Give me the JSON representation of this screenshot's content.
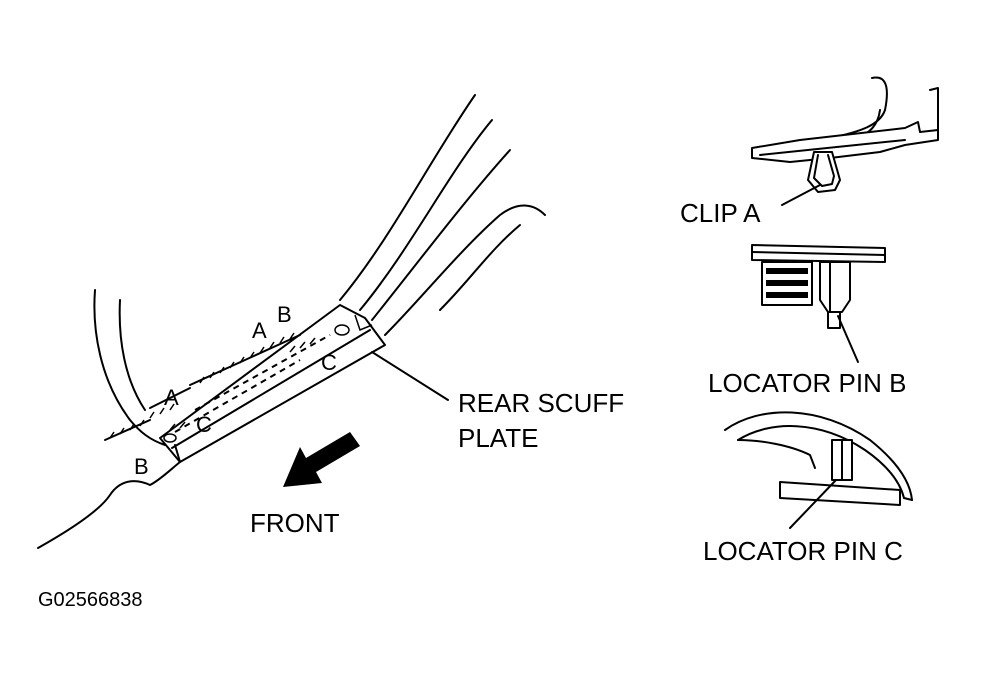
{
  "callouts": {
    "rear_scuff_plate_line1": "REAR SCUFF",
    "rear_scuff_plate_line2": "PLATE",
    "front": "FRONT",
    "clip_a": "CLIP A",
    "locator_pin_b": "LOCATOR PIN B",
    "locator_pin_c": "LOCATOR PIN C"
  },
  "markers": {
    "a_upper": "A",
    "b_upper": "B",
    "c_upper": "C",
    "a_lower": "A",
    "c_lower": "C",
    "b_lower": "B"
  },
  "figure_id": "G02566838"
}
